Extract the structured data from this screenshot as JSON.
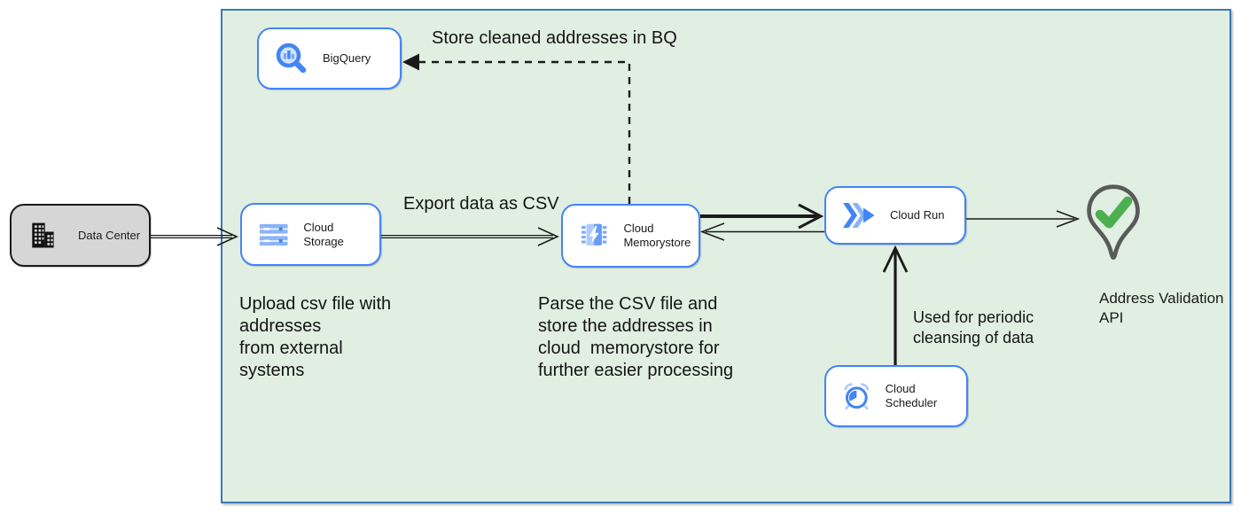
{
  "colors": {
    "container_fill": "#e1efe3",
    "container_border": "#3c78b5",
    "node_border": "#4285f4",
    "node_fill": "#ffffff",
    "datacenter_fill": "#d6d6d6",
    "arrow": "#1a1a1a",
    "icon_blue": "#4285f4",
    "icon_blue_light": "#8ab4f8",
    "icon_blue_pale": "#aecbfa",
    "pin_gray": "#5a5a5a",
    "check_green": "#4caf50"
  },
  "nodes": {
    "data_center": {
      "label": "Data Center"
    },
    "bigquery": {
      "label": "BigQuery"
    },
    "cloud_storage": {
      "label": "Cloud Storage"
    },
    "cloud_memorystore": {
      "label": "Cloud Memorystore"
    },
    "cloud_run": {
      "label": "Cloud Run"
    },
    "cloud_scheduler": {
      "label": "Cloud Scheduler"
    },
    "address_validation": {
      "label": "Address Validation\nAPI"
    }
  },
  "annotations": {
    "store_bq": "Store cleaned addresses in BQ",
    "export_csv": "Export data as CSV",
    "upload_csv": "Upload csv file with\naddresses\nfrom external\nsystems",
    "parse_csv": "Parse the CSV file and\nstore the addresses in\ncloud  memorystore for\nfurther easier processing",
    "periodic": "Used for periodic\ncleansing of data"
  }
}
